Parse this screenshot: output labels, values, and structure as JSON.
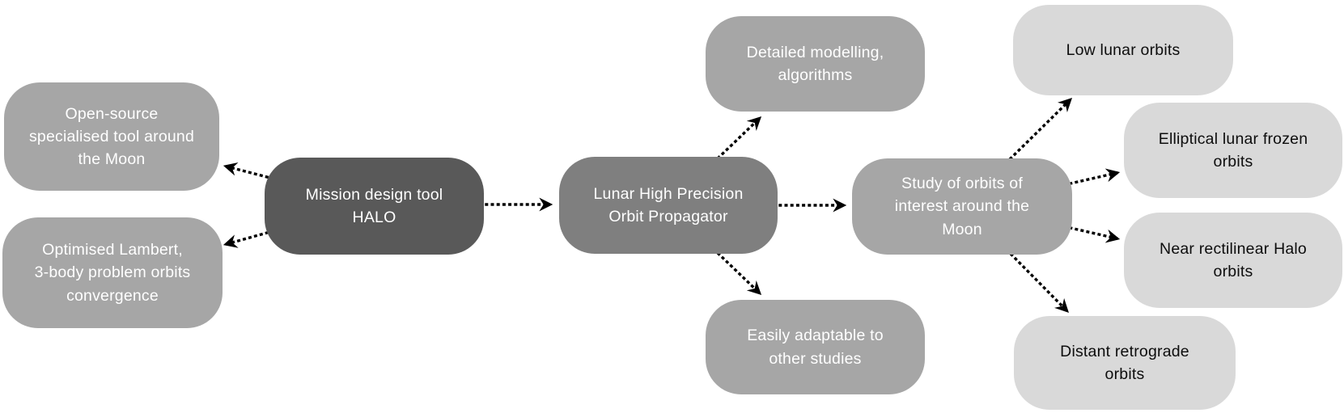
{
  "diagram": {
    "background": "#ffffff",
    "arrow_color": "#000000",
    "edge_style": "dotted-arrow",
    "nodes": [
      {
        "id": "open-source-tool",
        "label": "Open-source\nspecialised tool around\nthe Moon",
        "fill": "#a6a6a6",
        "text_color": "#ffffff"
      },
      {
        "id": "optimised-lambert",
        "label": "Optimised Lambert,\n3-body problem orbits\nconvergence",
        "fill": "#a6a6a6",
        "text_color": "#ffffff"
      },
      {
        "id": "mission-design-halo",
        "label": "Mission design tool\nHALO",
        "fill": "#595959",
        "text_color": "#ffffff"
      },
      {
        "id": "lunar-propagator",
        "label": "Lunar High Precision\nOrbit Propagator",
        "fill": "#7f7f7f",
        "text_color": "#ffffff"
      },
      {
        "id": "detailed-modelling",
        "label": "Detailed modelling,\nalgorithms",
        "fill": "#a6a6a6",
        "text_color": "#ffffff"
      },
      {
        "id": "easily-adaptable",
        "label": "Easily adaptable to\nother studies",
        "fill": "#a6a6a6",
        "text_color": "#ffffff"
      },
      {
        "id": "study-of-orbits",
        "label": "Study of orbits of\ninterest around the\nMoon",
        "fill": "#a6a6a6",
        "text_color": "#ffffff"
      },
      {
        "id": "low-lunar-orbits",
        "label": "Low lunar orbits",
        "fill": "#d9d9d9",
        "text_color": "#0d0d0d"
      },
      {
        "id": "elliptical-frozen-orbits",
        "label": "Elliptical lunar frozen\norbits",
        "fill": "#d9d9d9",
        "text_color": "#0d0d0d"
      },
      {
        "id": "near-rectilinear-halo",
        "label": "Near rectilinear Halo\norbits",
        "fill": "#d9d9d9",
        "text_color": "#0d0d0d"
      },
      {
        "id": "distant-retrograde",
        "label": "Distant retrograde\norbits",
        "fill": "#d9d9d9",
        "text_color": "#0d0d0d"
      }
    ],
    "edges": [
      {
        "from": "mission-design-halo",
        "to": "open-source-tool"
      },
      {
        "from": "mission-design-halo",
        "to": "optimised-lambert"
      },
      {
        "from": "mission-design-halo",
        "to": "lunar-propagator"
      },
      {
        "from": "lunar-propagator",
        "to": "detailed-modelling"
      },
      {
        "from": "lunar-propagator",
        "to": "easily-adaptable"
      },
      {
        "from": "lunar-propagator",
        "to": "study-of-orbits"
      },
      {
        "from": "study-of-orbits",
        "to": "low-lunar-orbits"
      },
      {
        "from": "study-of-orbits",
        "to": "elliptical-frozen-orbits"
      },
      {
        "from": "study-of-orbits",
        "to": "near-rectilinear-halo"
      },
      {
        "from": "study-of-orbits",
        "to": "distant-retrograde"
      }
    ]
  }
}
